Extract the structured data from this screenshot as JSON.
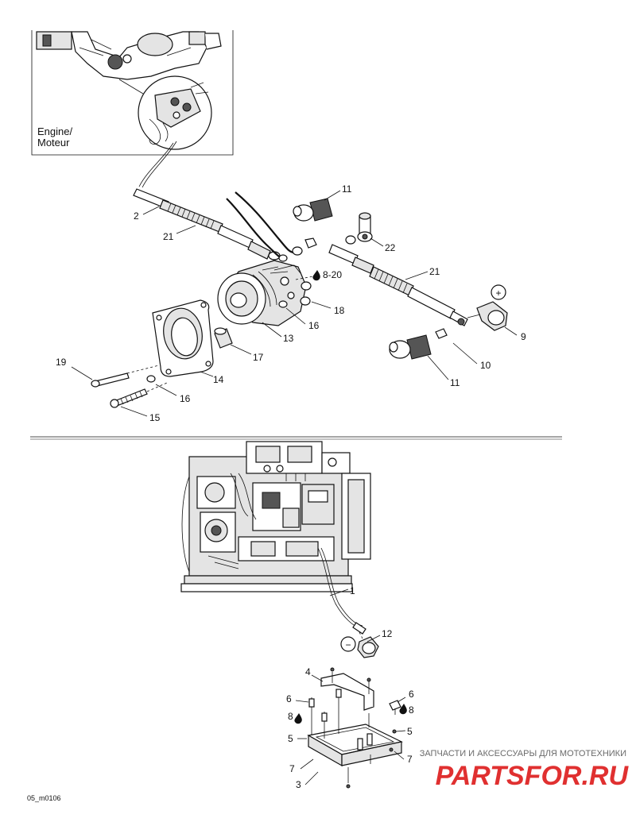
{
  "inset": {
    "label_line1": "Engine/",
    "label_line2": "Moteur"
  },
  "callouts": [
    {
      "id": "c2",
      "text": "2"
    },
    {
      "id": "c21a",
      "text": "21"
    },
    {
      "id": "c11a",
      "text": "11"
    },
    {
      "id": "c22",
      "text": "22"
    },
    {
      "id": "c21b",
      "text": "21"
    },
    {
      "id": "c8_20",
      "text": "8-20"
    },
    {
      "id": "c18",
      "text": "18"
    },
    {
      "id": "c16a",
      "text": "16"
    },
    {
      "id": "c13",
      "text": "13"
    },
    {
      "id": "c17",
      "text": "17"
    },
    {
      "id": "c9",
      "text": "9"
    },
    {
      "id": "c10",
      "text": "10"
    },
    {
      "id": "c11b",
      "text": "11"
    },
    {
      "id": "c19",
      "text": "19"
    },
    {
      "id": "c14",
      "text": "14"
    },
    {
      "id": "c16b",
      "text": "16"
    },
    {
      "id": "c15",
      "text": "15"
    },
    {
      "id": "c1",
      "text": "1"
    },
    {
      "id": "c12",
      "text": "12"
    },
    {
      "id": "c4",
      "text": "4"
    },
    {
      "id": "c6a",
      "text": "6"
    },
    {
      "id": "c8a",
      "text": "8"
    },
    {
      "id": "c5a",
      "text": "5"
    },
    {
      "id": "c7a",
      "text": "7"
    },
    {
      "id": "c3",
      "text": "3"
    },
    {
      "id": "c6b",
      "text": "6"
    },
    {
      "id": "c8b",
      "text": "8"
    },
    {
      "id": "c5b",
      "text": "5"
    },
    {
      "id": "c7b",
      "text": "7"
    }
  ],
  "symbols": {
    "positive": "+",
    "negative": "−"
  },
  "doc_code": "05_m0106",
  "watermark": {
    "text": "ЗАПЧАСТИ И АКСЕССУАРЫ ДЛЯ МОТОТЕХНИКИ",
    "logo": "PARTSFOR.RU"
  }
}
